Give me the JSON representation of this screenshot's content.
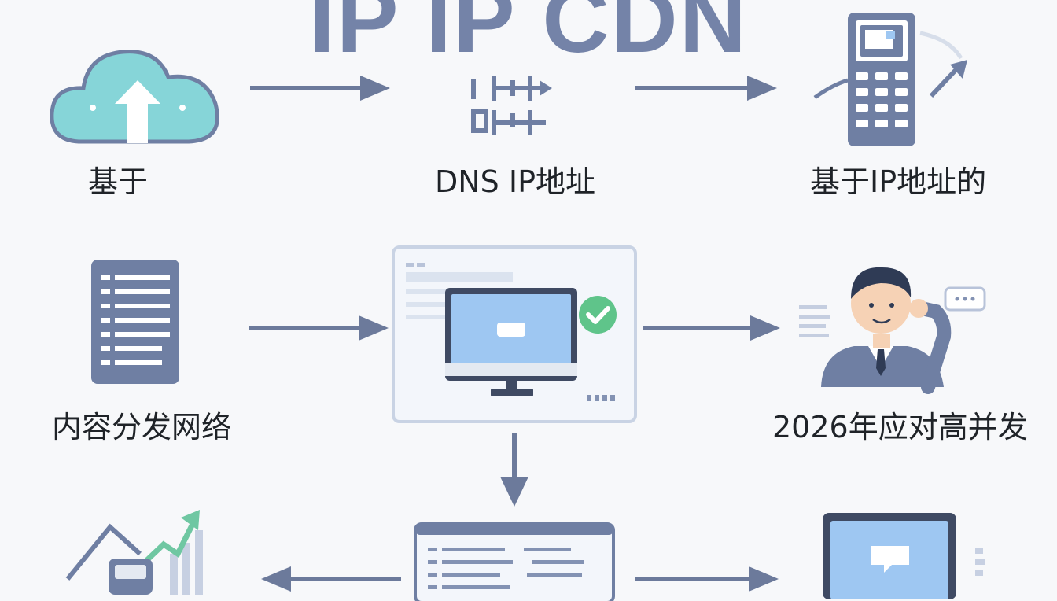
{
  "title": "IP IP CDN",
  "labels": {
    "cloud": "基于",
    "dns": "DNS IP地址",
    "device": "基于IP地址的",
    "document": "内容分发网络",
    "person": "2026年应对高并发"
  },
  "colors": {
    "primary": "#6f7fa3",
    "arrow": "#6c7a9b",
    "cloud": "#86d5d8",
    "screen": "#9ec7f2",
    "check": "#5fc48a",
    "growth": "#6fc7a2",
    "background": "#f7f8fa"
  },
  "icons": {
    "cloud": "cloud-upload-icon",
    "dns": "dns-routing-icon",
    "device": "calculator-phone-icon",
    "document": "document-icon",
    "monitor": "monitor-check-icon",
    "person": "support-person-icon",
    "chart": "growth-chart-icon",
    "list": "list-panel-icon",
    "screen": "chat-monitor-icon"
  }
}
